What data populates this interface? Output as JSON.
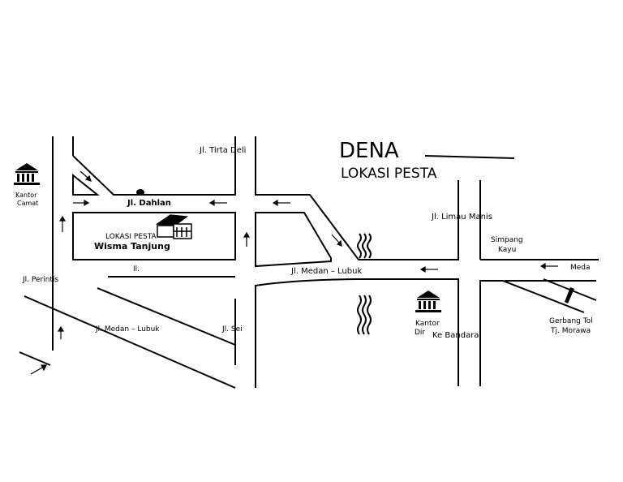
{
  "title": "DENA",
  "subtitle": "LOKASI PESTA",
  "labels": {
    "jl_tirta_deli": "Jl. Tirta Deli",
    "jl_dahlan": "Jl. Dahlan",
    "lokasi_pesta_small": "LOKASI PESTA",
    "wisma_tanjung": "Wisma Tanjung",
    "jl_il": "Il.",
    "jl_perintis": "Jl. Perintis",
    "jl_medan_lubuk_1": "Jl. Medan – Lubuk",
    "jl_sei": "Jl. Sei",
    "jl_medan_lubuk_2": "Jl. Medan – Lubuk",
    "jl_limau_manis": "Jl. Limau Manis",
    "simpang": "Simpang",
    "kayu": "Kayu",
    "meda": "Meda",
    "kantor_camat_1": "Kantor",
    "kantor_camat_2": "Camat",
    "kantor_dir_1": "Kantor",
    "kantor_dir_2": "Dir",
    "ke_bandara": "Ke Bandara",
    "gerbang_tol_1": "Gerbang Tol",
    "gerbang_tol_2": "Tj. Morawa"
  },
  "icons": [
    "government-building-icon",
    "house-icon",
    "map-pin-icon",
    "river-icon",
    "direction-arrow-icon",
    "toll-gate-icon"
  ],
  "colors": {
    "ink": "#000000",
    "paper": "#ffffff"
  }
}
